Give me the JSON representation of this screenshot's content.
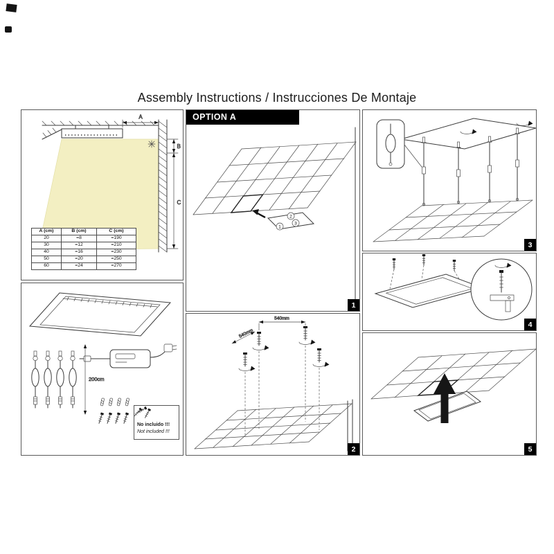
{
  "page": {
    "title": "Assembly Instructions / Instrucciones De Montaje"
  },
  "option": {
    "label": "OPTION A"
  },
  "beam_diagram": {
    "dim_a": "A",
    "dim_b": "B",
    "dim_c": "C",
    "table": {
      "headers": [
        "A (cm)",
        "B (cm)",
        "C (cm)"
      ],
      "rows": [
        [
          "20",
          "=8",
          "=190"
        ],
        [
          "30",
          "=12",
          "=210"
        ],
        [
          "40",
          "=16",
          "=230"
        ],
        [
          "50",
          "=20",
          "=250"
        ],
        [
          "60",
          "=24",
          "=270"
        ]
      ]
    }
  },
  "kit": {
    "cable_length": "200cm",
    "note_line1": "No incluido !!!",
    "note_line2": "Not included !!!"
  },
  "step1": {
    "badge": "1",
    "callouts": [
      "1",
      "2",
      "3"
    ]
  },
  "step2": {
    "badge": "2",
    "dim_width": "540mm",
    "dim_depth": "540mm"
  },
  "step3": {
    "badge": "3"
  },
  "step4": {
    "badge": "4"
  },
  "step5": {
    "badge": "5"
  }
}
